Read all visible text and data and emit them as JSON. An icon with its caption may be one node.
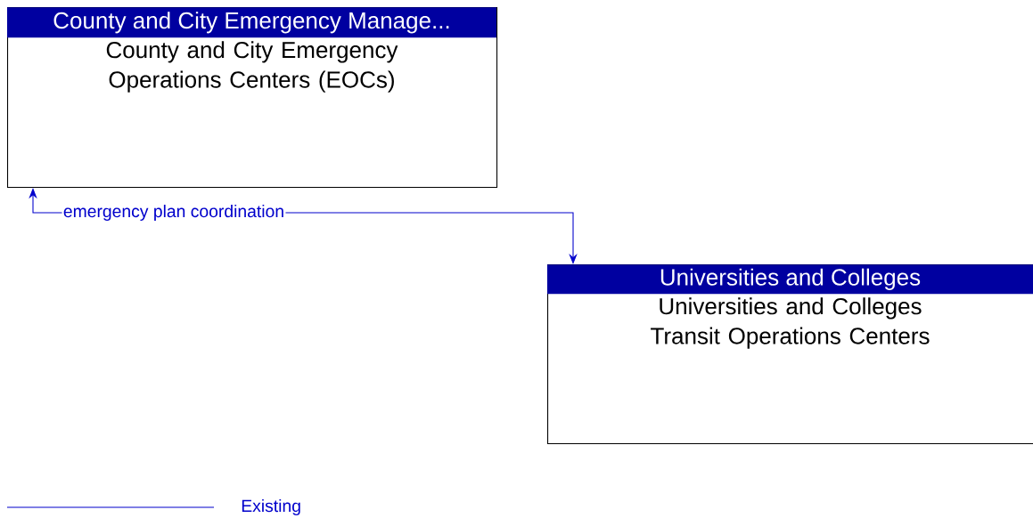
{
  "diagram": {
    "nodes": [
      {
        "text": [
          "County and City Emergency Manage...",
          "County and City Emergency Operations Centers (EOCs)"
        ]
      },
      {
        "text": [
          "Universities and Colleges",
          "Universities and Colleges Transit Operations Centers"
        ]
      }
    ],
    "edges": [
      {
        "from": 0,
        "to": 1,
        "arrow": "both",
        "label": "emergency plan coordination"
      }
    ],
    "legend": [
      {
        "text": "Existing"
      }
    ]
  }
}
